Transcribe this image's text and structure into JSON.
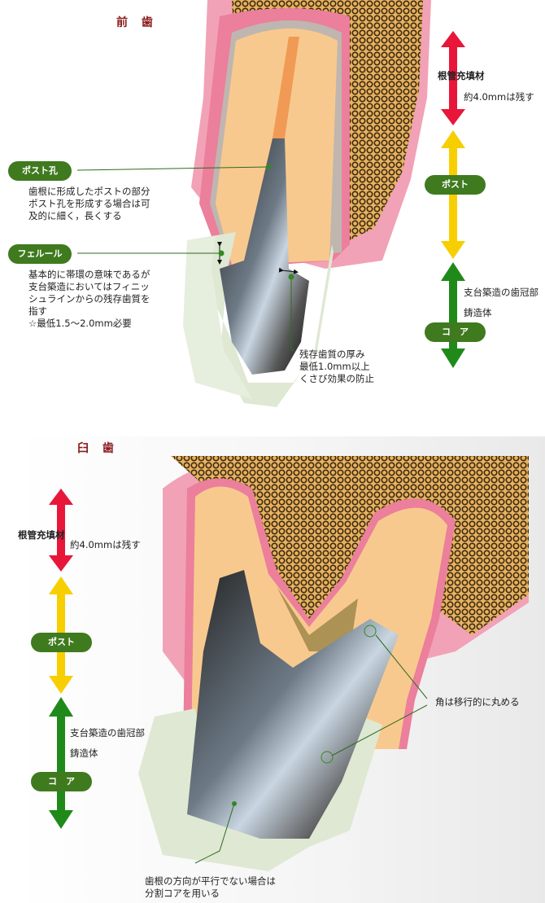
{
  "anterior": {
    "title": "前 歯",
    "post_hole": {
      "label": "ポスト孔",
      "desc": "歯根に形成したポストの部分\nポスト孔を形成する場合は可\n及的に細く，長くする"
    },
    "ferrule": {
      "label": "フェルール",
      "desc": "基本的に帯環の意味であるが\n支台築造においてはフィニッ\nシュラインからの残存歯質を\n指す\n☆最低1.5〜2.0mm必要"
    },
    "remaining": "残存歯質の厚み\n最低1.0mm以上\nくさび効果の防止",
    "scale": {
      "root_fill": "根管充填材",
      "root_fill_note": "約4.0mmは残す",
      "post": "ポスト",
      "core_note1": "支台築造の歯冠部",
      "core_note2": "鋳造体",
      "core": "コ　ア"
    }
  },
  "molar": {
    "title": "臼 歯",
    "scale": {
      "root_fill": "根管充填材",
      "root_fill_note": "約4.0mmは残す",
      "post": "ポスト",
      "core_note1": "支台築造の歯冠部",
      "core_note2": "鋳造体",
      "core": "コ　ア"
    },
    "corner_note": "角は移行的に丸める",
    "split_core_note": "歯根の方向が平行でない場合は\n分割コアを用いる"
  },
  "colors": {
    "red": "#e8173a",
    "yellow": "#f7cf00",
    "green": "#1f8a1a",
    "pill": "#3f7a1f",
    "title": "#8b1a1a"
  }
}
